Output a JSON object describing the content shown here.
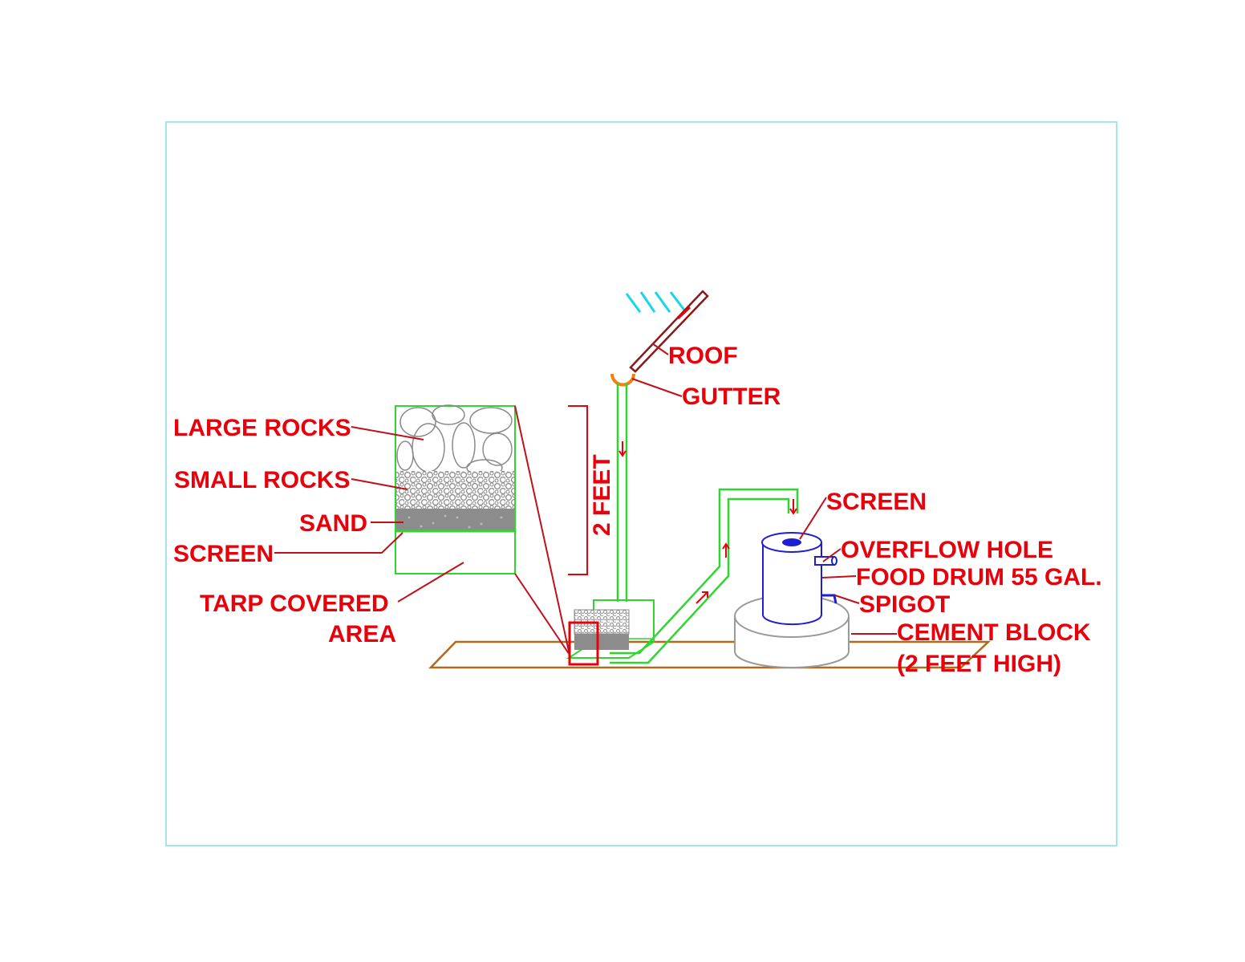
{
  "labels": {
    "roof": "ROOF",
    "gutter": "GUTTER",
    "large_rocks": "LARGE ROCKS",
    "small_rocks": "SMALL ROCKS",
    "sand": "SAND",
    "screen_filter": "SCREEN",
    "tarp_line1": "TARP COVERED",
    "tarp_line2": "AREA",
    "height": "2 FEET",
    "screen_drum": "SCREEN",
    "overflow_hole": "OVERFLOW HOLE",
    "food_drum": "FOOD DRUM 55 GAL.",
    "spigot": "SPIGOT",
    "cement_line1": "CEMENT BLOCK",
    "cement_line2": "(2 FEET HIGH)"
  },
  "colors": {
    "label_text": "#e8000b",
    "leader_line": "#c0101a",
    "border": "#7fe0e6",
    "pipe": "#2fd62f",
    "roof": "#8a1a1a",
    "rain": "#19d6e6",
    "gutter": "#f08010",
    "ground": "#b06a1a",
    "drum": "#1e1ed2",
    "rocks": "#8a8a8a",
    "sand": "#8c8c8c",
    "cement": "#9a9a9a"
  }
}
